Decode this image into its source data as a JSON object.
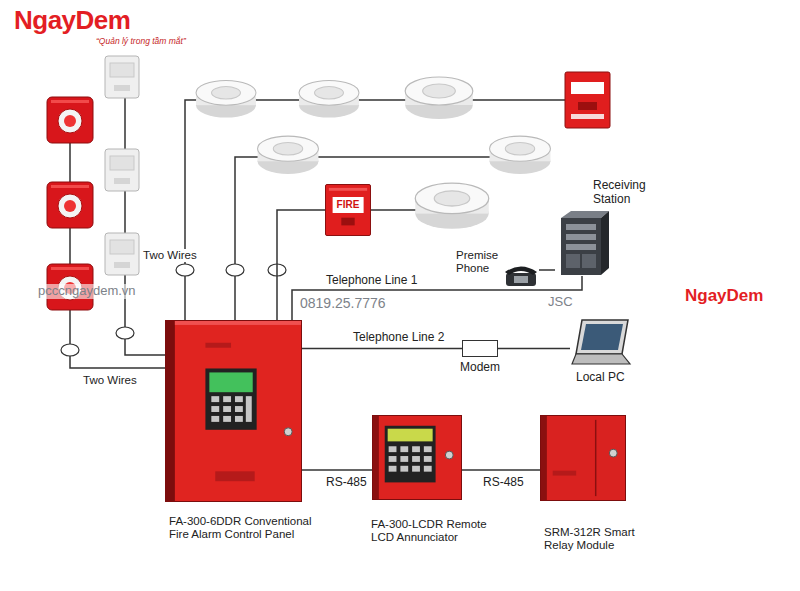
{
  "diagram": {
    "nodes": [
      {
        "text": [
          "FIRE"
        ]
      },
      {
        "text": [
          "Receiving Station"
        ]
      },
      {
        "text": [
          "Premise Phone"
        ]
      },
      {
        "text": [
          "FA-300-6DDR Conventional Fire Alarm Control Panel"
        ]
      },
      {
        "text": [
          "Modem"
        ]
      },
      {
        "text": [
          "Local PC"
        ]
      },
      {
        "text": [
          "FA-300-LCDR Remote LCD Annunciator"
        ]
      },
      {
        "text": [
          "SRM-312R Smart Relay Module"
        ]
      }
    ],
    "edges": [
      {
        "from": 3,
        "to": 0,
        "arrow": "none"
      },
      {
        "from": 3,
        "to": 1,
        "label": "Telephone Line 1",
        "arrow": "none"
      },
      {
        "from": 2,
        "to": 1,
        "arrow": "none"
      },
      {
        "from": 3,
        "to": 4,
        "label": "Telephone Line 2",
        "arrow": "none"
      },
      {
        "from": 4,
        "to": 5,
        "arrow": "none"
      },
      {
        "from": 3,
        "to": 6,
        "label": "RS-485",
        "arrow": "none"
      },
      {
        "from": 6,
        "to": 7,
        "label": "RS-485",
        "arrow": "none"
      }
    ],
    "labels": [
      "NgayDem",
      "“Quản lý trong tầm mắt”",
      "Two Wires",
      "Two Wires",
      "pcccngaydem.vn",
      "0819.25.7776",
      "JSC",
      "NgayDem"
    ]
  }
}
